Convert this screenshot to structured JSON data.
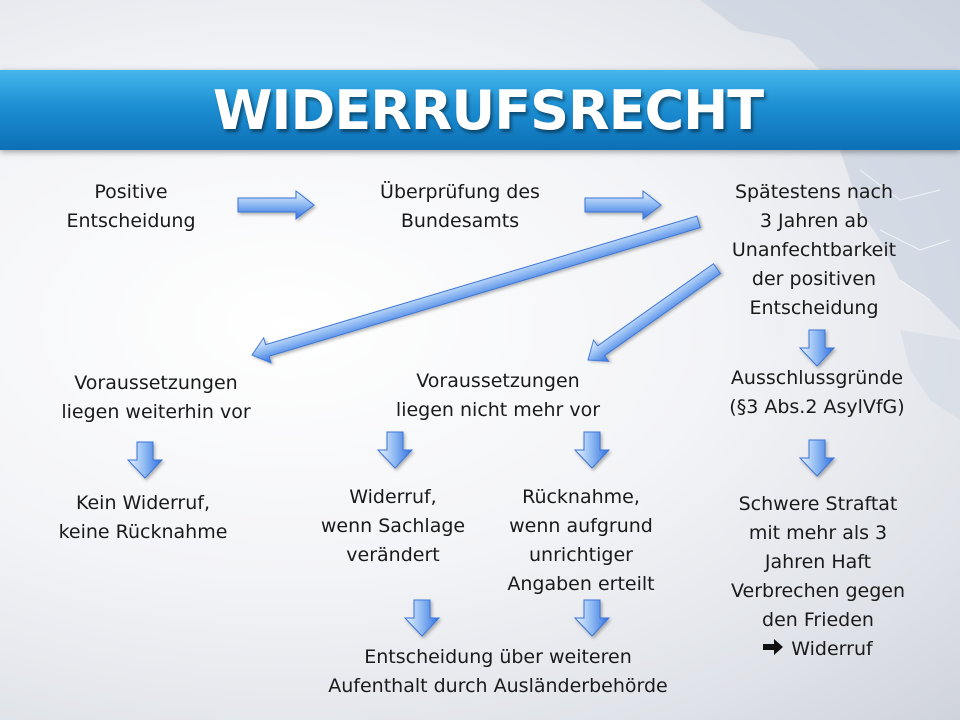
{
  "title": "WIDERRUFSRECHT",
  "nodes": {
    "positive": [
      "Positive",
      "Entscheidung"
    ],
    "pruefung": [
      "Überprüfung des",
      "Bundesamts"
    ],
    "spaetestens": [
      "Spätestens nach",
      "3 Jahren ab",
      "Unanfechtbarkeit",
      "der positiven",
      "Entscheidung"
    ],
    "voraus_vor": [
      "Voraussetzungen",
      "liegen weiterhin vor"
    ],
    "voraus_nicht": [
      "Voraussetzungen",
      "liegen nicht mehr vor"
    ],
    "ausschluss": [
      "Ausschlussgründe",
      "(§3 Abs.2 AsylVfG)"
    ],
    "kein_widerruf": [
      "Kein Widerruf,",
      "keine Rücknahme"
    ],
    "widerruf_sachlage": [
      "Widerruf,",
      "wenn Sachlage",
      "verändert"
    ],
    "ruecknahme": [
      "Rücknahme,",
      "wenn aufgrund",
      "unrichtiger",
      "Angaben erteilt"
    ],
    "straftat": [
      "Schwere Straftat",
      "mit mehr als 3",
      "Jahren Haft",
      "Verbrechen gegen",
      "den Frieden",
      "Widerruf"
    ],
    "entscheidung": [
      "Entscheidung über weiteren",
      "Aufenthalt durch Ausländerbehörde"
    ]
  },
  "colors": {
    "banner": "#1d8fd3",
    "arrow_light": "#cfe6ff",
    "arrow_dark": "#2f6fe0",
    "text": "#1a1a1a"
  },
  "icons": {
    "implies": "arrow-right-icon"
  }
}
